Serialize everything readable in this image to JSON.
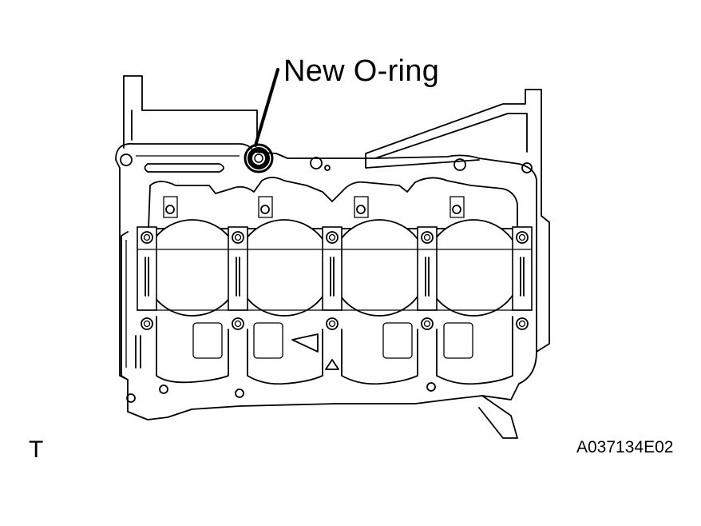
{
  "labels": {
    "callout": "New O-ring",
    "corner_mark": "T",
    "figure_code": "A037134E02"
  },
  "colors": {
    "line": "#000000",
    "background": "#ffffff"
  }
}
